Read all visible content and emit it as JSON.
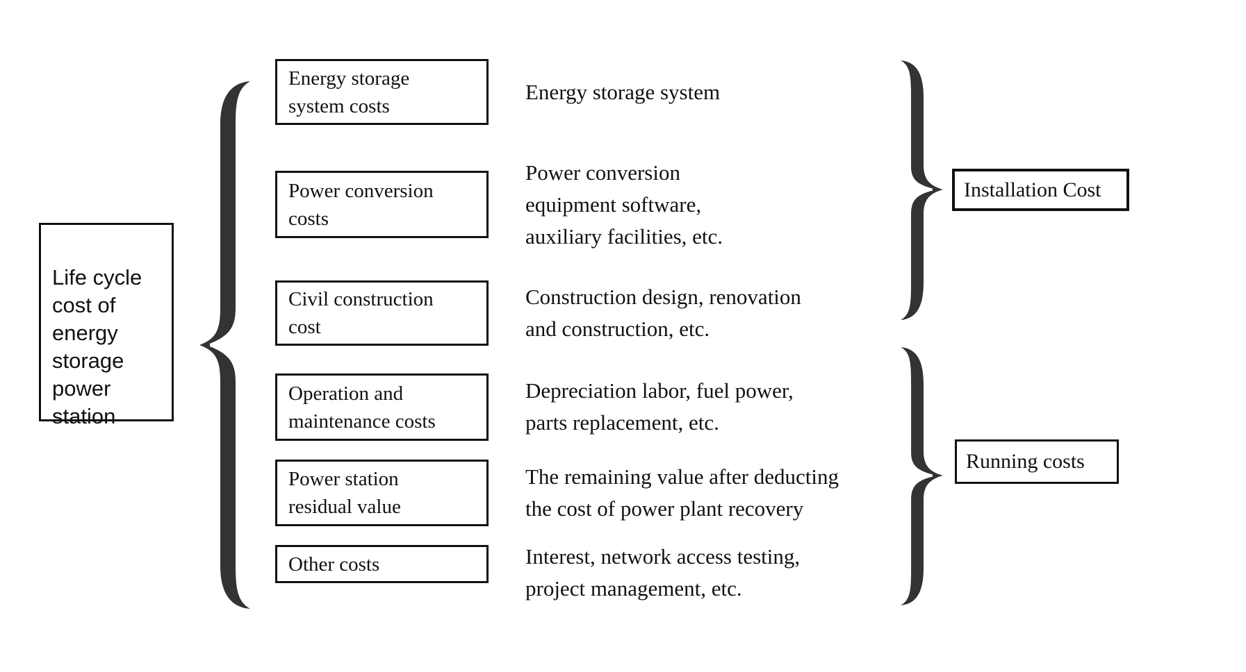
{
  "root": {
    "label": "Life cycle\ncost of\nenergy\nstorage\npower\nstation"
  },
  "items": [
    {
      "box": "Energy storage\nsystem costs",
      "description": "Energy storage system"
    },
    {
      "box": "Power conversion\ncosts",
      "description": "Power conversion\nequipment software,\nauxiliary facilities, etc."
    },
    {
      "box": "Civil construction\ncost",
      "description": "Construction design, renovation\nand construction, etc."
    },
    {
      "box": "Operation and\nmaintenance costs",
      "description": "Depreciation labor, fuel power,\nparts replacement, etc."
    },
    {
      "box": "Power station\nresidual value",
      "description": "The remaining value after deducting\nthe cost of power plant recovery"
    },
    {
      "box": "Other costs",
      "description": "Interest, network access testing,\nproject management, etc."
    }
  ],
  "groups": [
    {
      "label": "Installation Cost"
    },
    {
      "label": "Running costs"
    }
  ],
  "colors": {
    "background": "#ffffff",
    "border": "#111111",
    "text": "#111111",
    "brace": "#333333"
  }
}
